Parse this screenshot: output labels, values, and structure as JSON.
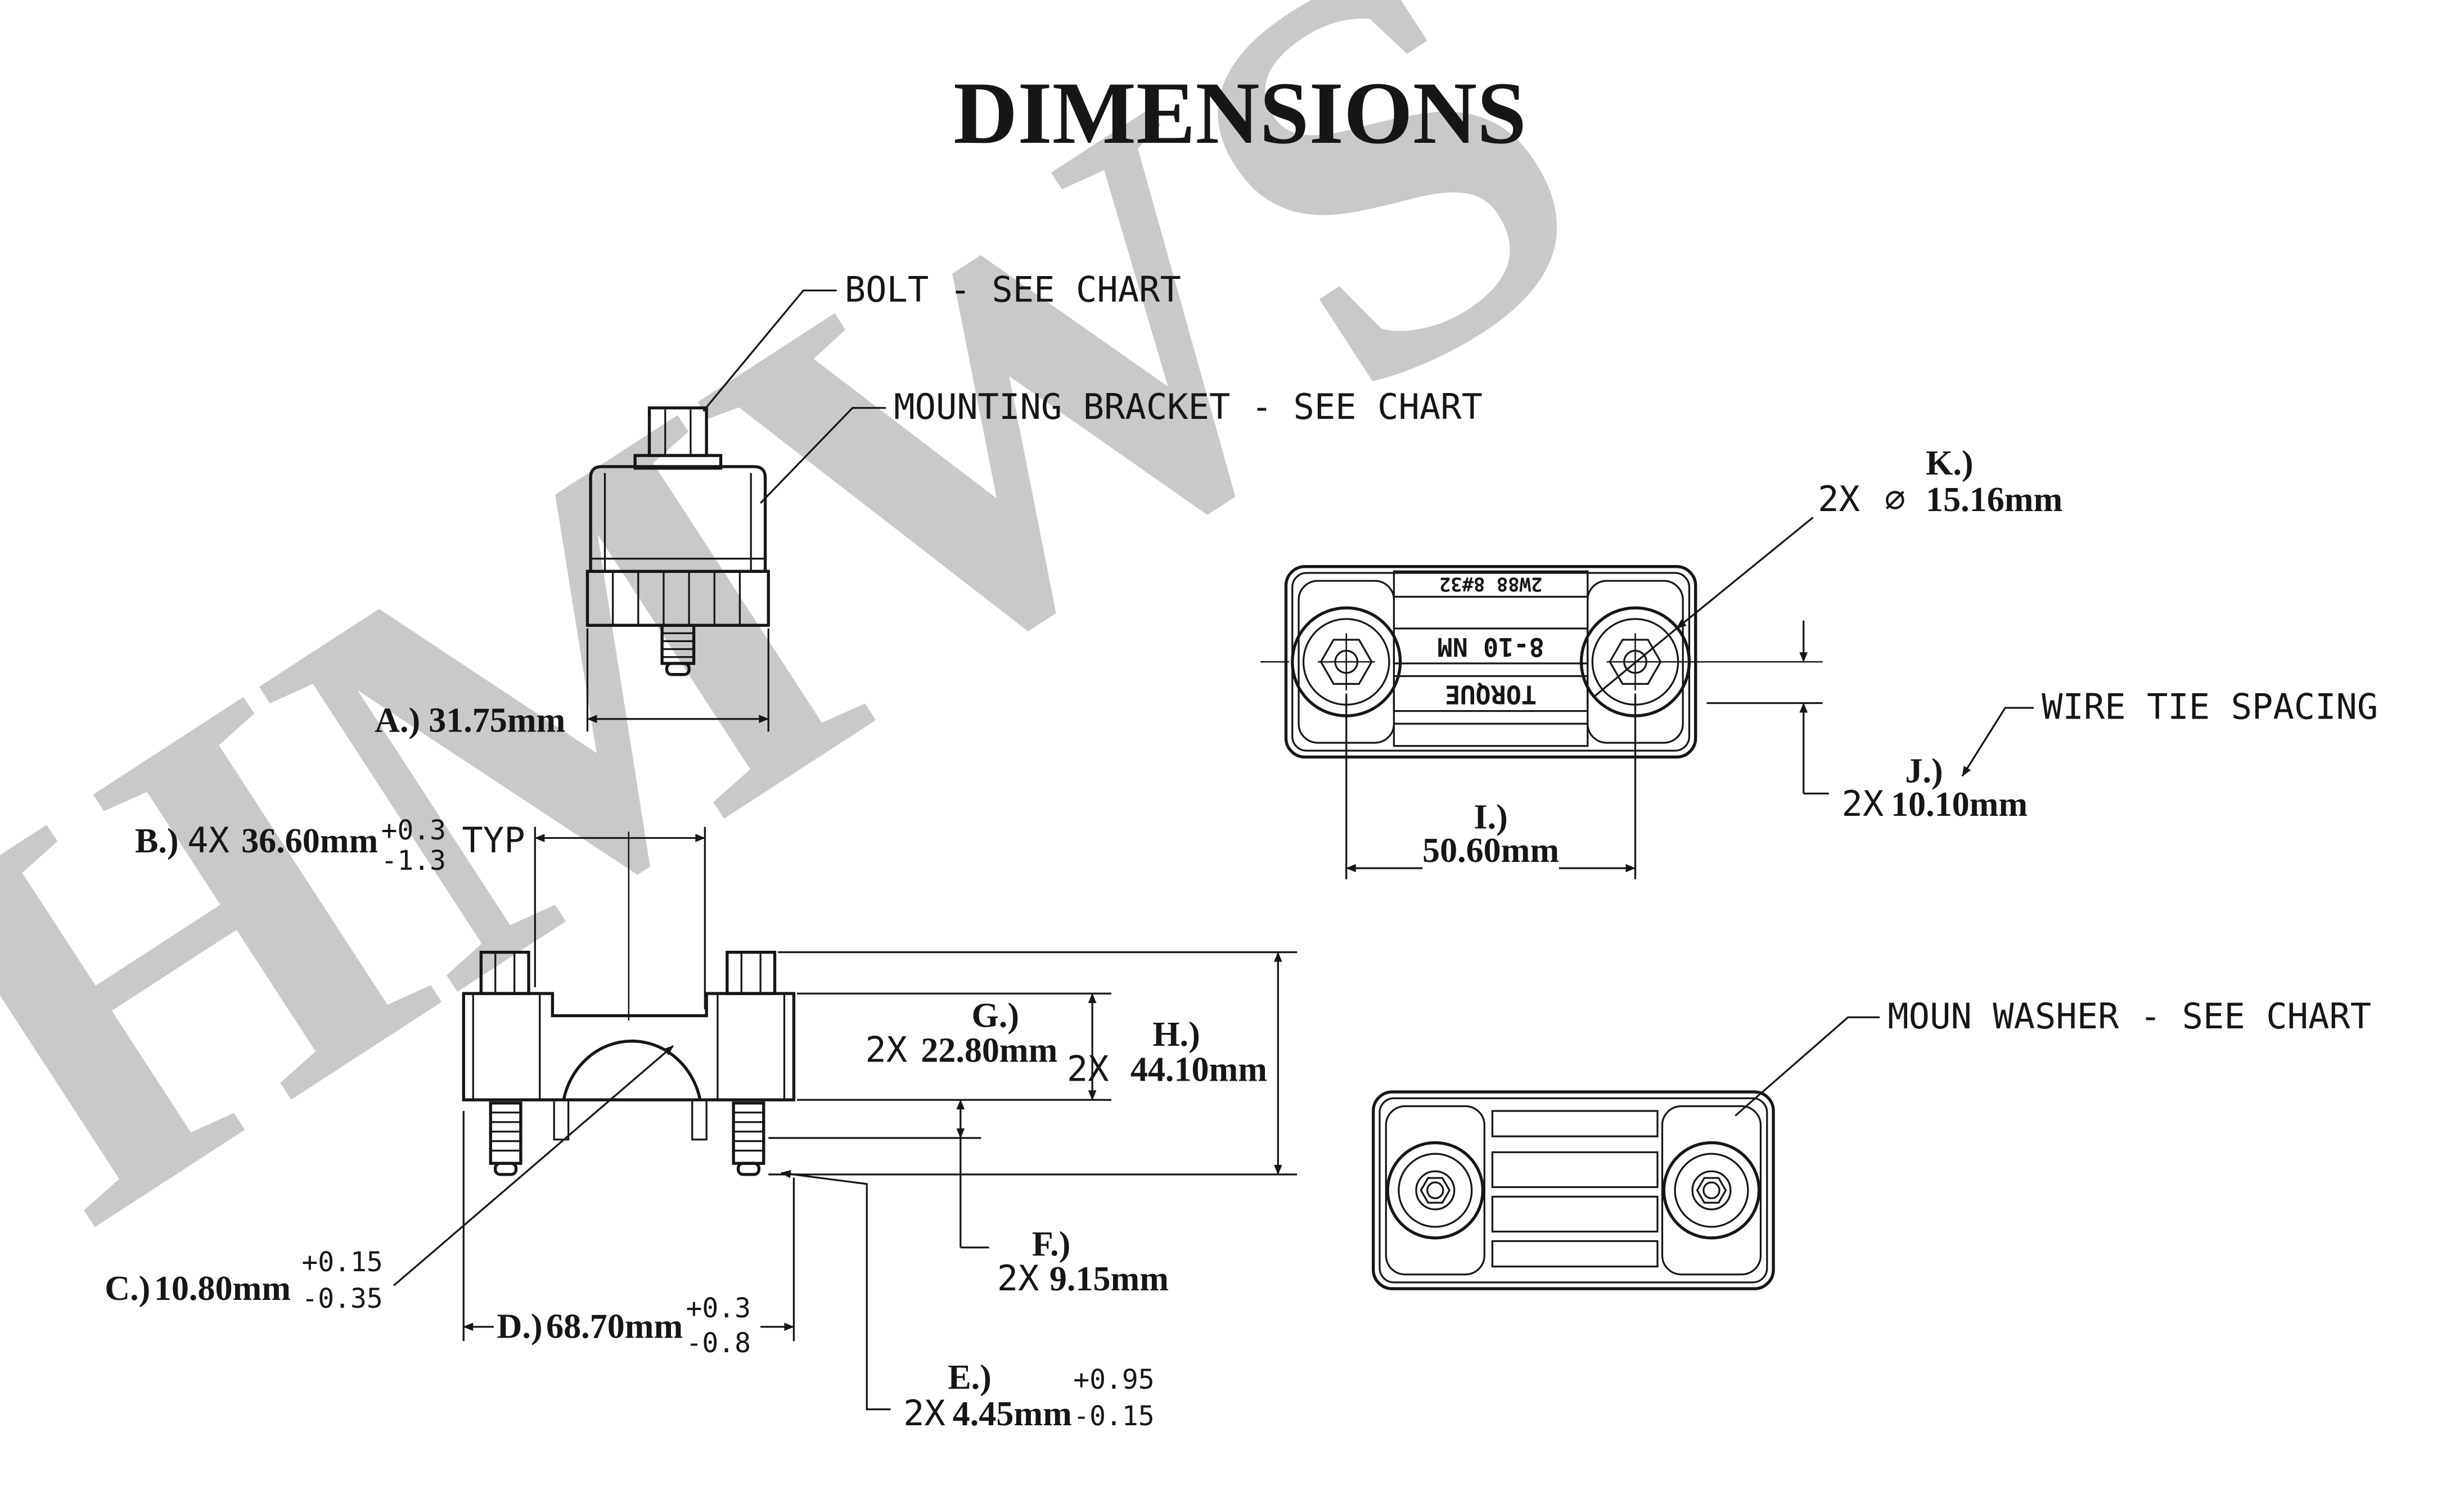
{
  "title": "DIMENSIONS",
  "watermark": "HMWS",
  "callouts": {
    "bolt": "BOLT - SEE CHART",
    "bracket": "MOUNTING BRACKET - SEE CHART",
    "wire_tie": "WIRE TIE SPACING",
    "washer": "MOUN WASHER - SEE CHART"
  },
  "markings": {
    "torque": "TORQUE",
    "torque_value": "8-10 NM",
    "mold_code": "2W88 8#32"
  },
  "dims": {
    "A": {
      "label": "A.)",
      "value": "31.75mm"
    },
    "B": {
      "label": "B.)",
      "qty": "4X",
      "value": "36.60mm",
      "tol_plus": "+0.3",
      "tol_minus": "-1.3",
      "note": "TYP"
    },
    "C": {
      "label": "C.)",
      "value": "10.80mm",
      "tol_plus": "+0.15",
      "tol_minus": "-0.35"
    },
    "D": {
      "label": "D.)",
      "value": "68.70mm",
      "tol_plus": "+0.3",
      "tol_minus": "-0.8"
    },
    "E": {
      "label": "E.)",
      "qty": "2X",
      "value": "4.45mm",
      "tol_plus": "+0.95",
      "tol_minus": "-0.15"
    },
    "F": {
      "label": "F.)",
      "qty": "2X",
      "value": "9.15mm"
    },
    "G": {
      "label": "G.)",
      "qty": "2X",
      "value": "22.80mm"
    },
    "H": {
      "label": "H.)",
      "qty": "2X",
      "value": "44.10mm"
    },
    "I": {
      "label": "I.)",
      "value": "50.60mm"
    },
    "J": {
      "label": "J.)",
      "qty": "2X",
      "value": "10.10mm"
    },
    "K": {
      "label": "K.)",
      "qty": "2X",
      "dia": "∅",
      "value": "15.16mm"
    }
  }
}
